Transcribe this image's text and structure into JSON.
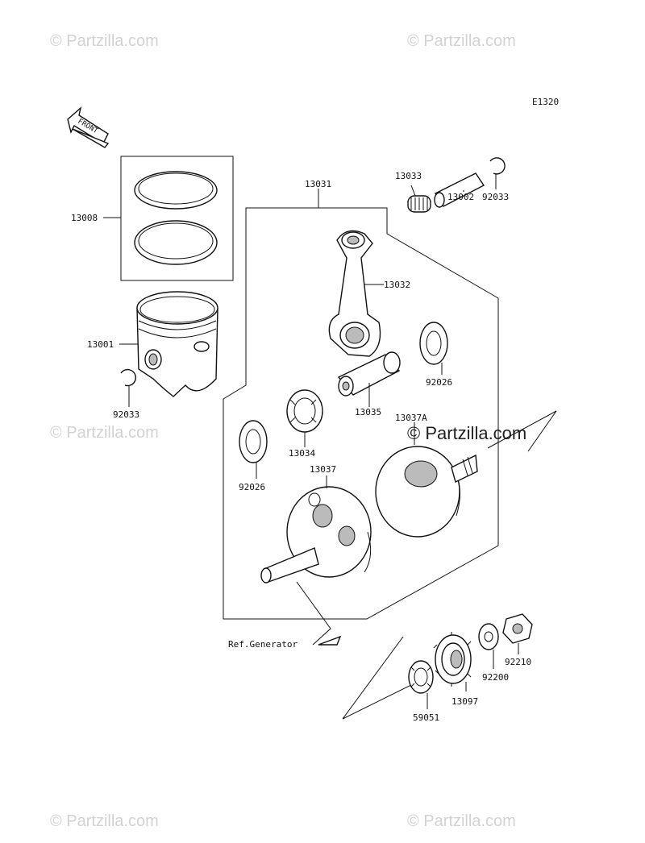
{
  "diagram_code": "E1320",
  "front_label": "FRONT",
  "ref_generator": "Ref.Generator",
  "watermarks": {
    "light": "© Partzilla.com",
    "dark": "© Partzilla.com"
  },
  "parts": {
    "p13008": "13008",
    "p13001": "13001",
    "p92033_left": "92033",
    "p13031": "13031",
    "p13033": "13033",
    "p13002": "13002",
    "p92033_right": "92033",
    "p13032": "13032",
    "p92026_right": "92026",
    "p13035": "13035",
    "p13037A": "13037A",
    "p13034": "13034",
    "p92026_left": "92026",
    "p13037": "13037",
    "p92210": "92210",
    "p92200": "92200",
    "p13097": "13097",
    "p59051": "59051"
  }
}
